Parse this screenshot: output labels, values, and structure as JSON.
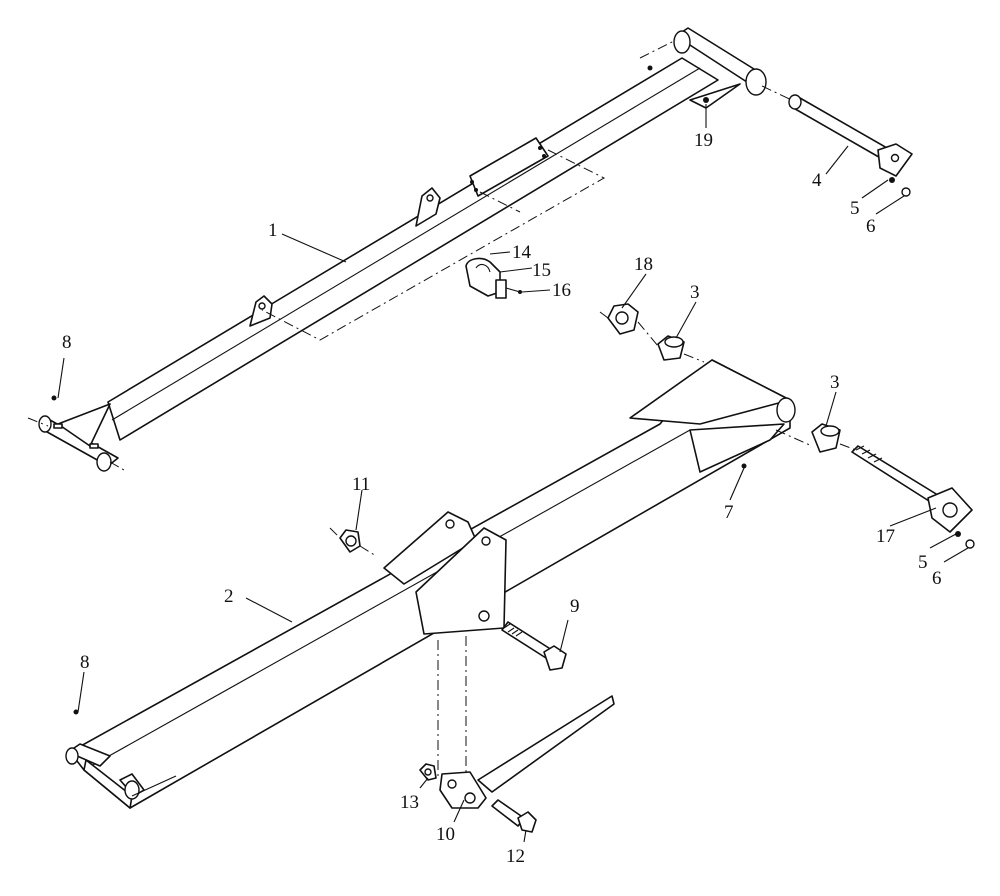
{
  "callouts": [
    {
      "id": "c1",
      "label": "1"
    },
    {
      "id": "c2",
      "label": "2"
    },
    {
      "id": "c3a",
      "label": "3"
    },
    {
      "id": "c3b",
      "label": "3"
    },
    {
      "id": "c4",
      "label": "4"
    },
    {
      "id": "c5a",
      "label": "5"
    },
    {
      "id": "c5b",
      "label": "5"
    },
    {
      "id": "c6a",
      "label": "6"
    },
    {
      "id": "c6b",
      "label": "6"
    },
    {
      "id": "c7",
      "label": "7"
    },
    {
      "id": "c8a",
      "label": "8"
    },
    {
      "id": "c8b",
      "label": "8"
    },
    {
      "id": "c9",
      "label": "9"
    },
    {
      "id": "c10",
      "label": "10"
    },
    {
      "id": "c11",
      "label": "11"
    },
    {
      "id": "c12",
      "label": "12"
    },
    {
      "id": "c13",
      "label": "13"
    },
    {
      "id": "c14",
      "label": "14"
    },
    {
      "id": "c15",
      "label": "15"
    },
    {
      "id": "c16",
      "label": "16"
    },
    {
      "id": "c17",
      "label": "17"
    },
    {
      "id": "c18",
      "label": "18"
    },
    {
      "id": "c19",
      "label": "19"
    }
  ]
}
